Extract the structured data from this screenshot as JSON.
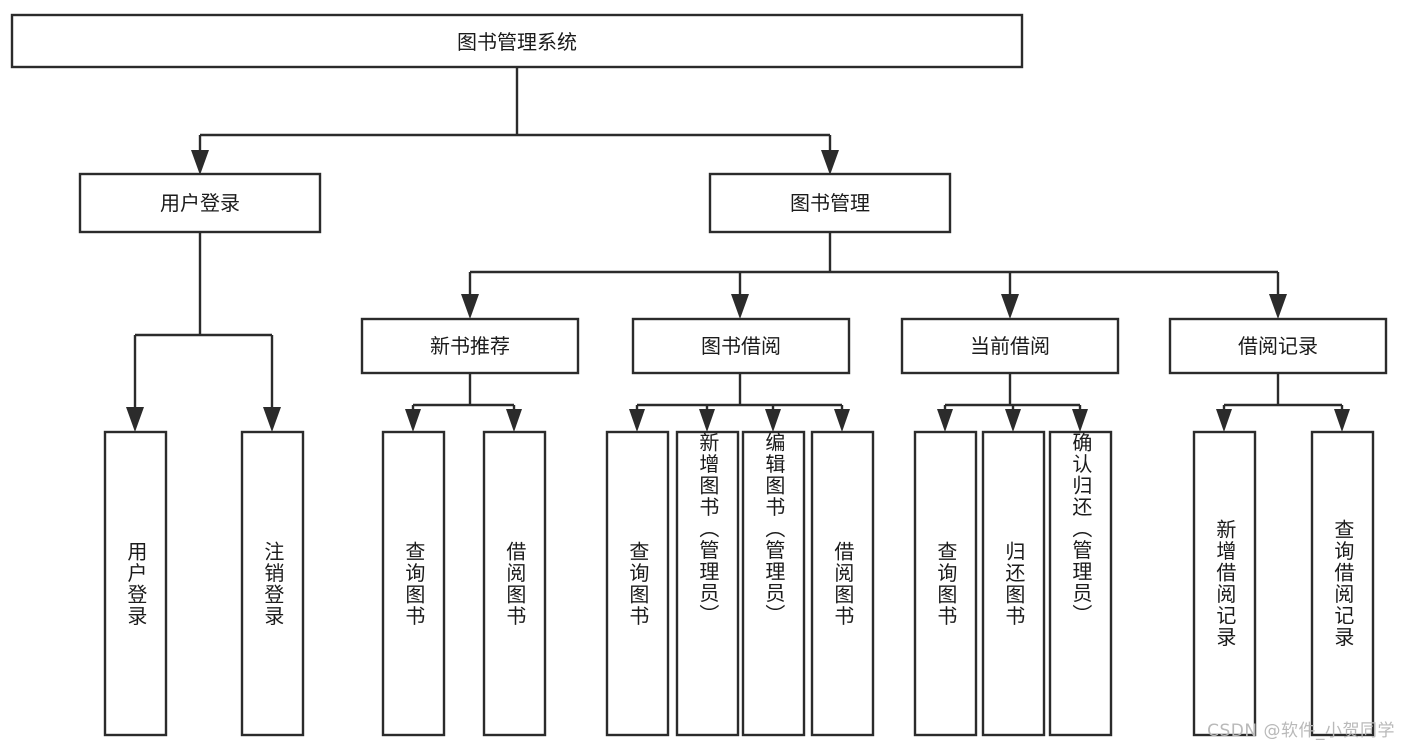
{
  "diagram": {
    "title": "图书管理系统",
    "type": "tree-hierarchy",
    "root": {
      "label": "图书管理系统"
    },
    "level2": [
      {
        "label": "用户登录"
      },
      {
        "label": "图书管理"
      }
    ],
    "level3": [
      {
        "label": "新书推荐"
      },
      {
        "label": "图书借阅"
      },
      {
        "label": "当前借阅"
      },
      {
        "label": "借阅记录"
      }
    ],
    "leaves_user_login": [
      {
        "label": "用户登录"
      },
      {
        "label": "注销登录"
      }
    ],
    "leaves_new_book": [
      {
        "label": "查询图书"
      },
      {
        "label": "借阅图书"
      }
    ],
    "leaves_borrow": [
      {
        "label": "查询图书"
      },
      {
        "label": "新增图书（管理员）"
      },
      {
        "label": "编辑图书（管理员）"
      },
      {
        "label": "借阅图书"
      }
    ],
    "leaves_current": [
      {
        "label": "查询图书"
      },
      {
        "label": "归还图书"
      },
      {
        "label": "确认归还（管理员）"
      }
    ],
    "leaves_records": [
      {
        "label": "新增借阅记录"
      },
      {
        "label": "查询借阅记录"
      }
    ]
  },
  "watermark": {
    "text": "CSDN @软件_小贺同学"
  },
  "colors": {
    "stroke": "#2b2b2b",
    "fill": "#ffffff",
    "text": "#1b1b1b",
    "watermark": "#b9b9b9"
  }
}
